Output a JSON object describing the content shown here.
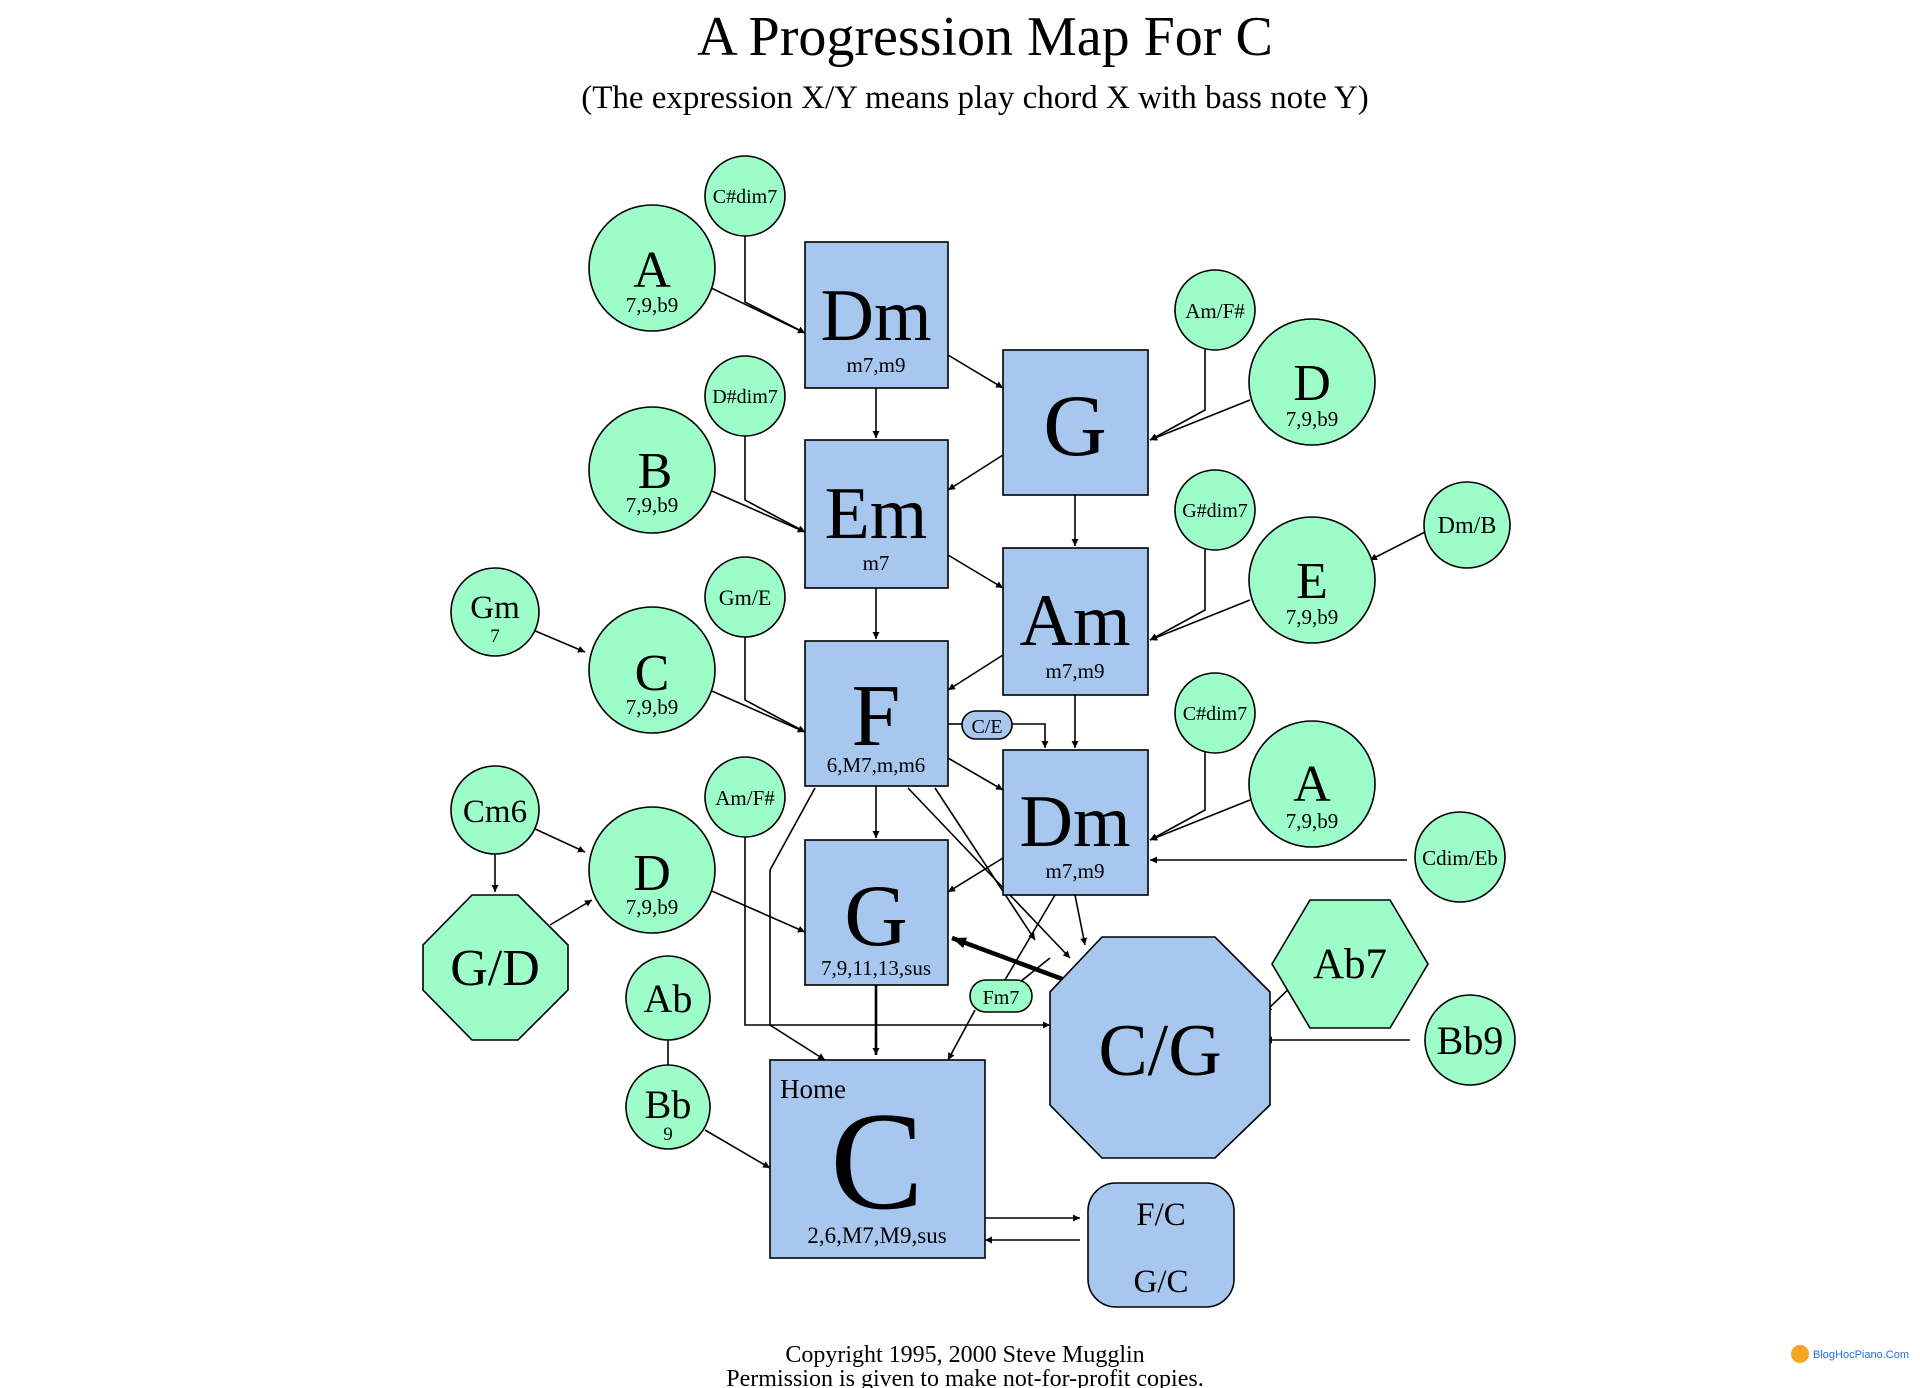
{
  "title": "A Progression Map For C",
  "subtitle": "(The expression X/Y means play chord X with bass note Y)",
  "footer": {
    "line1": "Copyright 1995, 2000 Steve Mugglin",
    "line2": "Permission is given to make not-for-profit copies."
  },
  "watermark": "BlogHocPiano.Com",
  "colors": {
    "main_chord_fill": "#a7c7ee",
    "secondary_chord_fill": "#9dfdc8",
    "outline": "#000000",
    "arrow": "#000000"
  },
  "nodes": {
    "dm_top": {
      "name": "Dm",
      "variants": "m7,m9"
    },
    "g_top": {
      "name": "G",
      "variants": ""
    },
    "em": {
      "name": "Em",
      "variants": "m7"
    },
    "am": {
      "name": "Am",
      "variants": "m7,m9"
    },
    "f": {
      "name": "F",
      "variants": "6,M7,m,m6"
    },
    "dm_low": {
      "name": "Dm",
      "variants": "m7,m9"
    },
    "g_low": {
      "name": "G",
      "variants": "7,9,11,13,sus"
    },
    "c_home": {
      "name": "C",
      "label": "Home",
      "variants": "2,6,M7,M9,sus"
    },
    "cg": {
      "name": "C/G"
    },
    "fc_gc": {
      "line1": "F/C",
      "line2": "G/C"
    },
    "a_top": {
      "name": "A",
      "variants": "7,9,b9"
    },
    "csdim_top": {
      "name": "C#dim7"
    },
    "b": {
      "name": "B",
      "variants": "7,9,b9"
    },
    "dsdim": {
      "name": "D#dim7"
    },
    "c_sec": {
      "name": "C",
      "variants": "7,9,b9"
    },
    "gm": {
      "name": "Gm",
      "variants": "7"
    },
    "gm_e": {
      "name": "Gm/E"
    },
    "d_left": {
      "name": "D",
      "variants": "7,9,b9"
    },
    "cm6": {
      "name": "Cm6"
    },
    "gd": {
      "name": "G/D"
    },
    "am_fs_left": {
      "name": "Am/F#"
    },
    "ab": {
      "name": "Ab"
    },
    "bb": {
      "name": "Bb",
      "variants": "9"
    },
    "am_fs_right": {
      "name": "Am/F#"
    },
    "d_right": {
      "name": "D",
      "variants": "7,9,b9"
    },
    "gsdim": {
      "name": "G#dim7"
    },
    "e": {
      "name": "E",
      "variants": "7,9,b9"
    },
    "dm_b": {
      "name": "Dm/B"
    },
    "csdim_right": {
      "name": "C#dim7"
    },
    "a_right": {
      "name": "A",
      "variants": "7,9,b9"
    },
    "cdim_eb": {
      "name": "Cdim/Eb"
    },
    "ab7": {
      "name": "Ab7"
    },
    "bb9": {
      "name": "Bb9"
    },
    "ce": {
      "name": "C/E"
    },
    "fm7": {
      "name": "Fm7"
    }
  }
}
